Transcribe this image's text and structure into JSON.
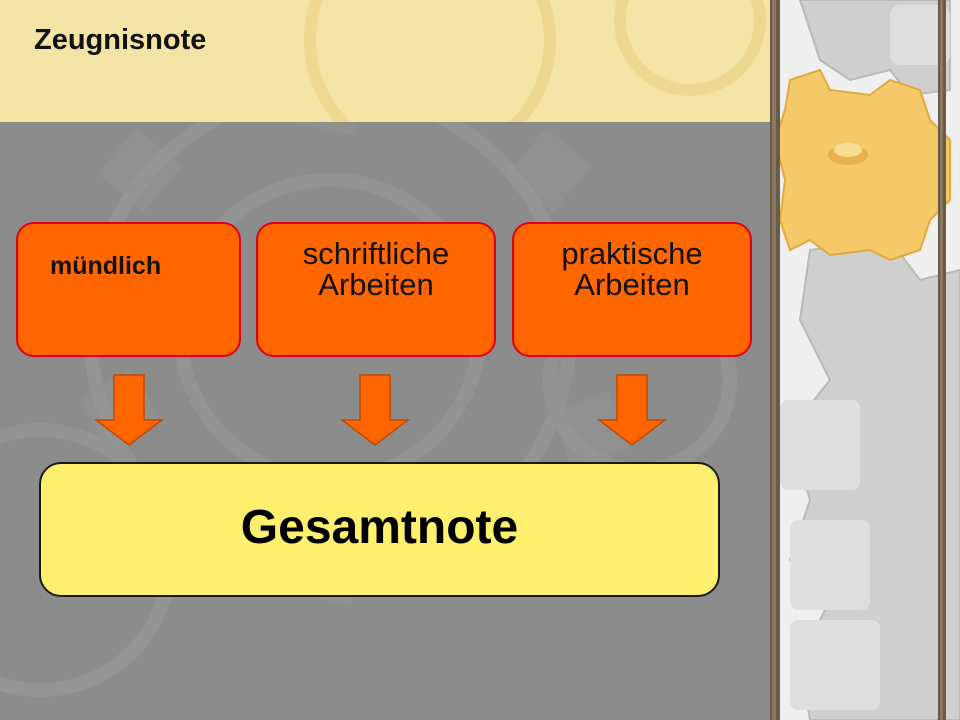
{
  "header": {
    "title": "Zeugnisnote"
  },
  "sources": [
    {
      "label": "mündlich",
      "lines": [
        "mündlich"
      ]
    },
    {
      "label": "schriftliche Arbeiten",
      "lines": [
        "schriftliche",
        "Arbeiten"
      ]
    },
    {
      "label": "praktische Arbeiten",
      "lines": [
        "praktische",
        "Arbeiten"
      ]
    }
  ],
  "result": {
    "label": "Gesamtnote"
  },
  "colors": {
    "header_band": "#f3e3a4",
    "background": "#8c8c8c",
    "source_fill": "#ff6600",
    "source_border": "#e0001a",
    "result_fill": "#ffef6e",
    "arrow_fill": "#ff6600",
    "gear_yellow": "#f5c96a",
    "gear_gray": "#d2d2d2"
  },
  "icons": {
    "arrows": "down-arrow-icon",
    "decoration": "gears-decoration"
  }
}
